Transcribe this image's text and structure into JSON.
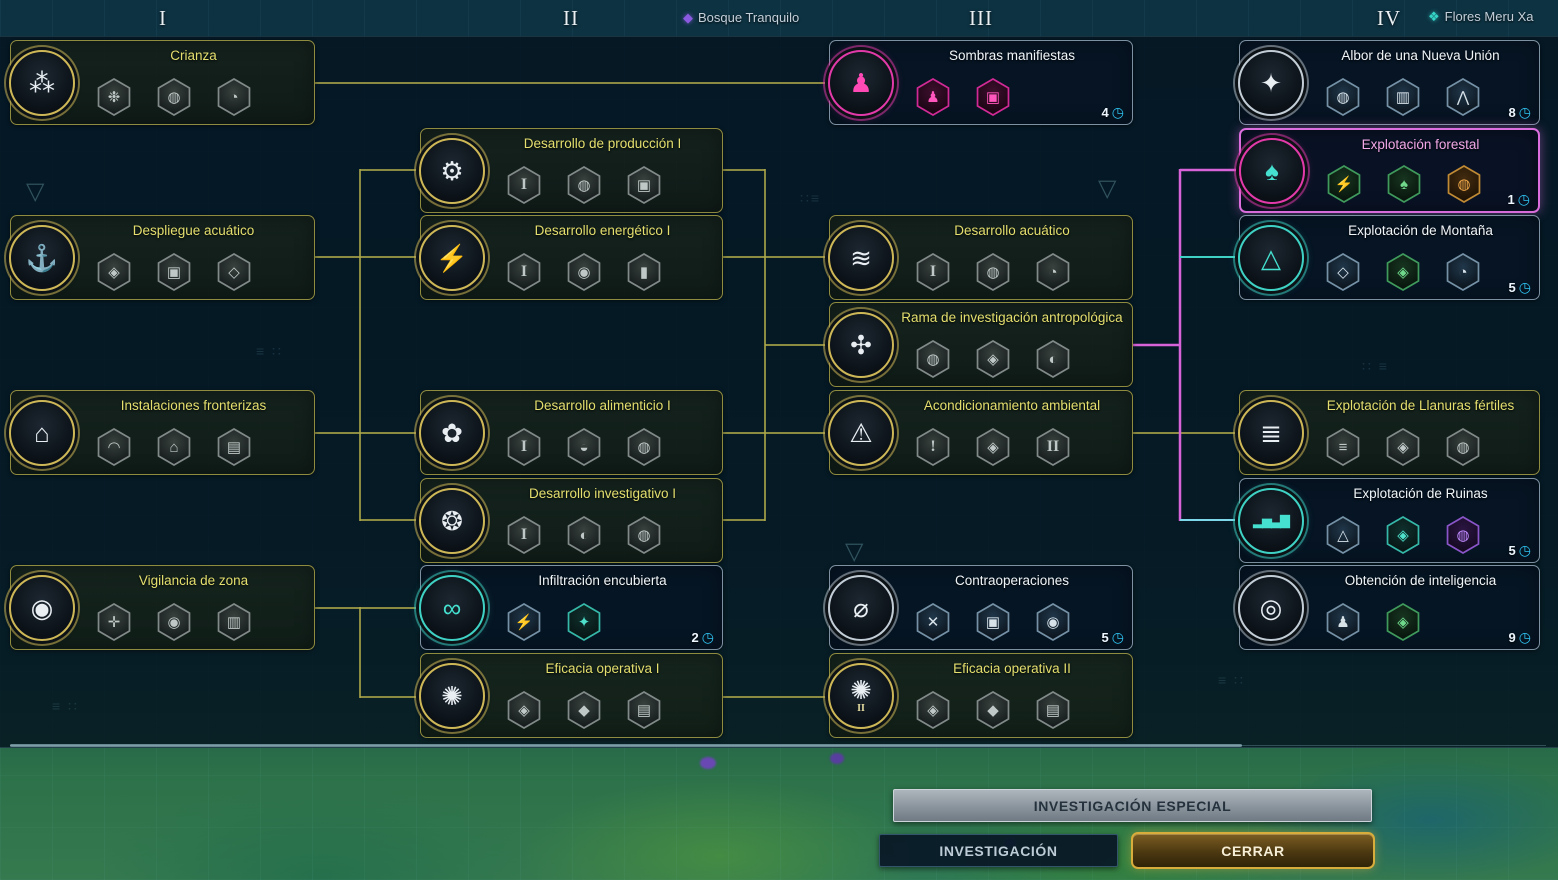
{
  "header": {
    "columns": [
      "I",
      "II",
      "III",
      "IV"
    ],
    "locations": [
      {
        "label": "Bosque Tranquilo",
        "icon": "settlement-marker-icon",
        "color": "#8a5ae0"
      },
      {
        "label": "Flores Meru Xa",
        "icon": "settlement-marker-icon",
        "color": "#35d6c8"
      }
    ]
  },
  "ui": {
    "clock_glyph": "◷"
  },
  "colors": {
    "olive_connector": "#aca84a",
    "pink_connector": "#d863d8",
    "teal_accent": "#3fd2c4",
    "magenta_accent": "#e0189a",
    "gold_ring": "#cdb757",
    "close_button_gold": "#d9ad3c"
  },
  "footer": {
    "special_research_label": "INVESTIGACIÓN ESPECIAL",
    "research_label": "INVESTIGACIÓN",
    "close_label": "CERRAR"
  },
  "nodes": [
    {
      "id": "crianza",
      "title": "Crianza",
      "style": "researched",
      "ring": "gold",
      "icon": "beast-paw-icon",
      "glyph": "⁂",
      "glyph_color": "white",
      "turns": null,
      "subs": [
        {
          "name": "creature-icon-1",
          "glyph": "❉",
          "tint": "gray"
        },
        {
          "name": "creature-icon-2",
          "glyph": "◍",
          "tint": "gray"
        },
        {
          "name": "creature-icon-3",
          "glyph": "◔",
          "tint": "gray"
        }
      ]
    },
    {
      "id": "despliegue-acuatico",
      "title": "Despliegue acuático",
      "style": "researched",
      "ring": "gold",
      "icon": "ship-icon",
      "glyph": "⚓",
      "glyph_color": "white",
      "turns": null,
      "subs": [
        {
          "name": "harbor-icon",
          "glyph": "◈",
          "tint": "gray"
        },
        {
          "name": "floating-platform-icon",
          "glyph": "▣",
          "tint": "gray"
        },
        {
          "name": "supply-module-icon",
          "glyph": "◇",
          "tint": "gray"
        }
      ]
    },
    {
      "id": "instalaciones-fronterizas",
      "title": "Instalaciones fronterizas",
      "style": "researched",
      "ring": "gold",
      "icon": "tent-icon",
      "glyph": "⌂",
      "glyph_color": "white",
      "turns": null,
      "subs": [
        {
          "name": "radar-dish-icon",
          "glyph": "◠",
          "tint": "gray"
        },
        {
          "name": "outpost-icon",
          "glyph": "⌂",
          "tint": "gray"
        },
        {
          "name": "rock-wall-icon",
          "glyph": "▤",
          "tint": "gray"
        }
      ]
    },
    {
      "id": "vigilancia-de-zona",
      "title": "Vigilancia de zona",
      "style": "researched",
      "ring": "gold",
      "icon": "eye-icon",
      "glyph": "◉",
      "glyph_color": "white",
      "turns": null,
      "subs": [
        {
          "name": "antenna-icon",
          "glyph": "✛",
          "tint": "gray"
        },
        {
          "name": "scanner-icon",
          "glyph": "◉",
          "tint": "gray"
        },
        {
          "name": "relay-tower-icon",
          "glyph": "▥",
          "tint": "gray"
        }
      ]
    },
    {
      "id": "desarrollo-produccion-1",
      "title": "Desarrollo de producción I",
      "style": "researched",
      "ring": "gold",
      "icon": "gear-icon",
      "glyph": "⚙",
      "glyph_color": "white",
      "turns": null,
      "subs": [
        {
          "name": "tier-1-badge",
          "glyph": "I",
          "tint": "gray"
        },
        {
          "name": "mining-icon",
          "glyph": "◍",
          "tint": "gray"
        },
        {
          "name": "assembly-icon",
          "glyph": "▣",
          "tint": "gray"
        }
      ]
    },
    {
      "id": "desarrollo-energetico-1",
      "title": "Desarrollo energético I",
      "style": "researched",
      "ring": "gold",
      "icon": "lightning-icon",
      "glyph": "⚡",
      "glyph_color": "white",
      "turns": null,
      "subs": [
        {
          "name": "tier-1-badge",
          "glyph": "I",
          "tint": "gray"
        },
        {
          "name": "reactor-icon",
          "glyph": "◉",
          "tint": "gray"
        },
        {
          "name": "generator-icon",
          "glyph": "▮",
          "tint": "gray"
        }
      ]
    },
    {
      "id": "desarrollo-alimenticio-1",
      "title": "Desarrollo alimenticio I",
      "style": "researched",
      "ring": "gold",
      "icon": "plant-icon",
      "glyph": "✿",
      "glyph_color": "white",
      "turns": null,
      "subs": [
        {
          "name": "tier-1-badge",
          "glyph": "I",
          "tint": "gray"
        },
        {
          "name": "greenhouse-icon",
          "glyph": "◒",
          "tint": "gray"
        },
        {
          "name": "farm-dome-icon",
          "glyph": "◍",
          "tint": "gray"
        }
      ]
    },
    {
      "id": "desarrollo-investigativo-1",
      "title": "Desarrollo investigativo I",
      "style": "researched",
      "ring": "gold",
      "icon": "atom-icon",
      "glyph": "❂",
      "glyph_color": "white",
      "turns": null,
      "subs": [
        {
          "name": "tier-1-badge",
          "glyph": "I",
          "tint": "gray"
        },
        {
          "name": "lab-icon",
          "glyph": "◐",
          "tint": "gray"
        },
        {
          "name": "observatory-icon",
          "glyph": "◍",
          "tint": "gray"
        }
      ]
    },
    {
      "id": "infiltracion-encubierta",
      "title": "Infiltración encubierta",
      "style": "available",
      "ring": "teal",
      "icon": "spy-glasses-icon",
      "glyph": "∞",
      "glyph_color": "teal",
      "turns": 2,
      "subs": [
        {
          "name": "sabotage-icon",
          "glyph": "⚡",
          "tint": "steel"
        },
        {
          "name": "stealth-field-icon",
          "glyph": "✦",
          "tint": "teal"
        }
      ]
    },
    {
      "id": "eficacia-operativa-1",
      "title": "Eficacia operativa I",
      "style": "researched",
      "ring": "gold",
      "icon": "burst-icon",
      "glyph": "✺",
      "glyph_color": "white",
      "turns": null,
      "subs": [
        {
          "name": "weapon-mod-icon",
          "glyph": "◈",
          "tint": "gray"
        },
        {
          "name": "armor-mod-icon",
          "glyph": "◆",
          "tint": "gray"
        },
        {
          "name": "doctrine-icon",
          "glyph": "▤",
          "tint": "gray"
        }
      ]
    },
    {
      "id": "sombras-manifiestas",
      "title": "Sombras manifiestas",
      "style": "available",
      "ring": "magenta",
      "icon": "shadow-figure-icon",
      "glyph": "♟",
      "glyph_color": "magenta",
      "turns": 4,
      "subs": [
        {
          "name": "shadow-unit-icon",
          "glyph": "♟",
          "tint": "magenta"
        },
        {
          "name": "shadow-rite-icon",
          "glyph": "▣",
          "tint": "magenta"
        }
      ]
    },
    {
      "id": "desarrollo-acuatico",
      "title": "Desarrollo acuático",
      "style": "researched",
      "ring": "gold",
      "icon": "waves-icon",
      "glyph": "≋",
      "glyph_color": "white",
      "turns": null,
      "subs": [
        {
          "name": "tier-1-badge",
          "glyph": "I",
          "tint": "gray"
        },
        {
          "name": "sea-platform-icon",
          "glyph": "◍",
          "tint": "gray"
        },
        {
          "name": "coastal-site-icon",
          "glyph": "◔",
          "tint": "gray"
        }
      ]
    },
    {
      "id": "rama-antropologica",
      "title": "Rama de investigación antropológica",
      "style": "researched",
      "ring": "gold",
      "icon": "butterfly-icon",
      "glyph": "✣",
      "glyph_color": "white",
      "turns": null,
      "subs": [
        {
          "name": "society-icon",
          "glyph": "◍",
          "tint": "gray"
        },
        {
          "name": "hive-icon",
          "glyph": "◈",
          "tint": "gray"
        },
        {
          "name": "artifact-icon",
          "glyph": "◐",
          "tint": "gray"
        }
      ]
    },
    {
      "id": "acondicionamiento-ambiental",
      "title": "Acondicionamiento ambiental",
      "style": "researched",
      "ring": "gold",
      "icon": "hazard-triangle-icon",
      "glyph": "⚠",
      "glyph_color": "white",
      "turns": null,
      "subs": [
        {
          "name": "hazard-icon",
          "glyph": "!",
          "tint": "gray"
        },
        {
          "name": "strata-icon",
          "glyph": "◈",
          "tint": "gray"
        },
        {
          "name": "tier-2-badge",
          "glyph": "II",
          "tint": "gray"
        }
      ]
    },
    {
      "id": "contraoperaciones",
      "title": "Contraoperaciones",
      "style": "available",
      "ring": "silver",
      "icon": "counter-ops-icon",
      "glyph": "⌀",
      "glyph_color": "white",
      "turns": 5,
      "subs": [
        {
          "name": "counter-spy-icon",
          "glyph": "✕",
          "tint": "steel"
        },
        {
          "name": "jammer-icon",
          "glyph": "▣",
          "tint": "steel"
        },
        {
          "name": "overwatch-icon",
          "glyph": "◉",
          "tint": "steel"
        }
      ]
    },
    {
      "id": "eficacia-operativa-2",
      "title": "Eficacia operativa II",
      "style": "researched",
      "ring": "gold",
      "icon": "burst-icon",
      "glyph": "✺",
      "glyph_color": "white",
      "circle_label": "II",
      "turns": null,
      "subs": [
        {
          "name": "weapon-mod-icon",
          "glyph": "◈",
          "tint": "gray"
        },
        {
          "name": "armor-mod-icon",
          "glyph": "◆",
          "tint": "gray"
        },
        {
          "name": "doctrine-icon",
          "glyph": "▤",
          "tint": "gray"
        }
      ]
    },
    {
      "id": "albor-nueva-union",
      "title": "Albor de una Nueva Unión",
      "style": "available",
      "ring": "silver",
      "icon": "union-star-icon",
      "glyph": "✦",
      "glyph_color": "white",
      "turns": 8,
      "subs": [
        {
          "name": "unity-icon",
          "glyph": "◍",
          "tint": "steel"
        },
        {
          "name": "banner-icon",
          "glyph": "▥",
          "tint": "steel"
        },
        {
          "name": "monument-icon",
          "glyph": "⋀",
          "tint": "steel"
        }
      ]
    },
    {
      "id": "explotacion-forestal",
      "title": "Explotación forestal",
      "style": "selected",
      "ring": "magenta",
      "icon": "forest-trees-icon",
      "glyph": "♠",
      "glyph_color": "teal",
      "turns": 1,
      "subs": [
        {
          "name": "forest-energy-icon",
          "glyph": "⚡",
          "tint": "green"
        },
        {
          "name": "grove-icon",
          "glyph": "♠",
          "tint": "green"
        },
        {
          "name": "clearing-icon",
          "glyph": "◍",
          "tint": "amber"
        }
      ]
    },
    {
      "id": "explotacion-montana",
      "title": "Explotación de Montaña",
      "style": "available",
      "ring": "teal",
      "icon": "mountain-icon",
      "glyph": "△",
      "glyph_color": "teal",
      "turns": 5,
      "subs": [
        {
          "name": "quarry-icon",
          "glyph": "◇",
          "tint": "steel"
        },
        {
          "name": "slope-site-icon",
          "glyph": "◈",
          "tint": "green"
        },
        {
          "name": "peak-site-icon",
          "glyph": "◔",
          "tint": "steel"
        }
      ]
    },
    {
      "id": "explotacion-llanuras",
      "title": "Explotación de Llanuras fértiles",
      "style": "researched",
      "ring": "gold",
      "icon": "fertile-plains-icon",
      "glyph": "≣",
      "glyph_color": "white",
      "turns": null,
      "subs": [
        {
          "name": "field-rows-icon",
          "glyph": "≡",
          "tint": "gray"
        },
        {
          "name": "irrigation-icon",
          "glyph": "◈",
          "tint": "gray"
        },
        {
          "name": "plains-site-icon",
          "glyph": "◍",
          "tint": "gray"
        }
      ]
    },
    {
      "id": "explotacion-ruinas",
      "title": "Explotación de Ruinas",
      "style": "available",
      "ring": "teal",
      "icon": "ruins-icon",
      "glyph": "▂▅▃▇",
      "glyph_color": "teal",
      "turns": 5,
      "subs": [
        {
          "name": "excavation-icon",
          "glyph": "△",
          "tint": "steel"
        },
        {
          "name": "vault-icon",
          "glyph": "◈",
          "tint": "teal"
        },
        {
          "name": "anomaly-orb-icon",
          "glyph": "◍",
          "tint": "purple"
        }
      ]
    },
    {
      "id": "obtencion-inteligencia",
      "title": "Obtención de inteligencia",
      "style": "available",
      "ring": "silver",
      "icon": "magnifier-layers-icon",
      "glyph": "◎",
      "glyph_color": "white",
      "turns": 9,
      "subs": [
        {
          "name": "agent-icon",
          "glyph": "♟",
          "tint": "steel"
        },
        {
          "name": "cipher-icon",
          "glyph": "◈",
          "tint": "green"
        }
      ]
    }
  ]
}
